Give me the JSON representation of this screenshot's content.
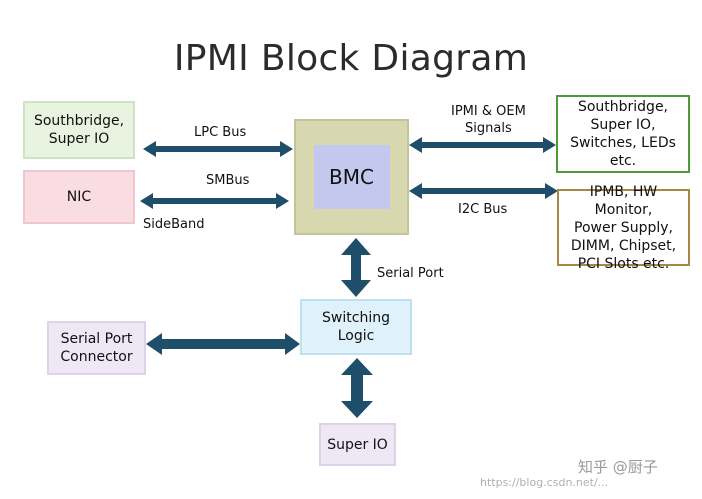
{
  "title": "IPMI Block Diagram",
  "nodes": {
    "southbridge_superio": "Southbridge,\nSuper IO",
    "nic": "NIC",
    "bmc": "BMC",
    "oem_targets": "Southbridge,\nSuper IO,\nSwitches, LEDs\netc.",
    "i2c_targets": "IPMB, HW Monitor,\nPower Supply,\nDIMM, Chipset,\nPCI Slots etc.",
    "switching_logic": "Switching Logic",
    "serial_port_connector": "Serial Port\nConnector",
    "super_io": "Super IO"
  },
  "edges": {
    "lpc_bus": "LPC Bus",
    "smbus": "SMBus",
    "sideband": "SideBand",
    "ipmi_oem_signals": "IPMI & OEM\nSignals",
    "i2c_bus": "I2C Bus",
    "serial_port": "Serial Port"
  },
  "watermark": {
    "brand": "知乎 @厨子",
    "url": "https://blog.csdn.net/..."
  },
  "colors": {
    "arrow": "#1f4e6b",
    "bmc_outer": "#d8d8b0",
    "bmc_inner": "#c4c8ee",
    "green_box": "#e8f4e0",
    "pink_box": "#f9dde3",
    "blue_box": "#dff1fb",
    "lavender_box": "#eee8f4"
  }
}
